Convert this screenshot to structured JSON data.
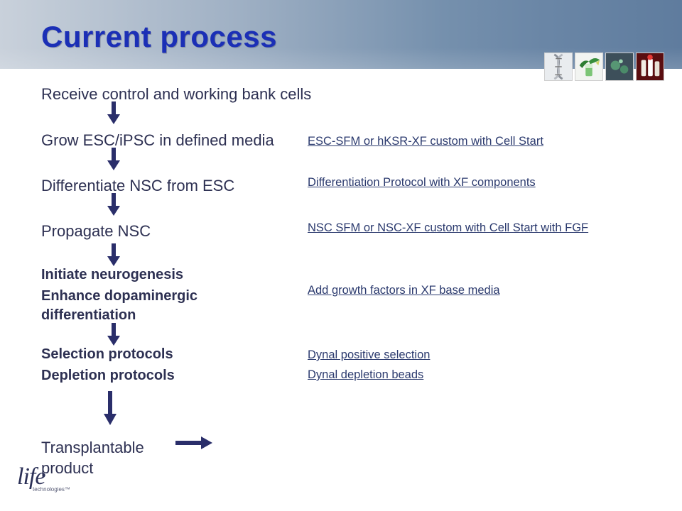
{
  "title": "Current process",
  "steps": [
    {
      "text": "Receive control and working bank cells"
    },
    {
      "text": "Grow ESC/iPSC  in defined media"
    },
    {
      "text": "Differentiate NSC from ESC"
    },
    {
      "text": "Propagate NSC"
    },
    {
      "text": "Initiate neurogenesis"
    },
    {
      "text": "Enhance dopaminergic differentiation"
    },
    {
      "text": "Selection protocols"
    },
    {
      "text": "Depletion protocols"
    },
    {
      "text": "Transplantable product"
    }
  ],
  "notes": [
    "ESC-SFM or hKSR-XF custom with Cell Start",
    "Differentiation Protocol with XF components",
    "NSC SFM or NSC-XF custom with Cell Start with FGF",
    "Add growth factors in XF base media",
    "Dynal positive selection",
    "Dynal depletion beads"
  ],
  "logo": {
    "word": "life",
    "sub": "technologies™"
  },
  "thumbnails": [
    "dna-icon",
    "flask-plant-icon",
    "cells-icon",
    "vials-icon"
  ],
  "colors": {
    "title": "#1b2fb6",
    "arrow": "#2a2e6a",
    "text": "#2d3052"
  }
}
